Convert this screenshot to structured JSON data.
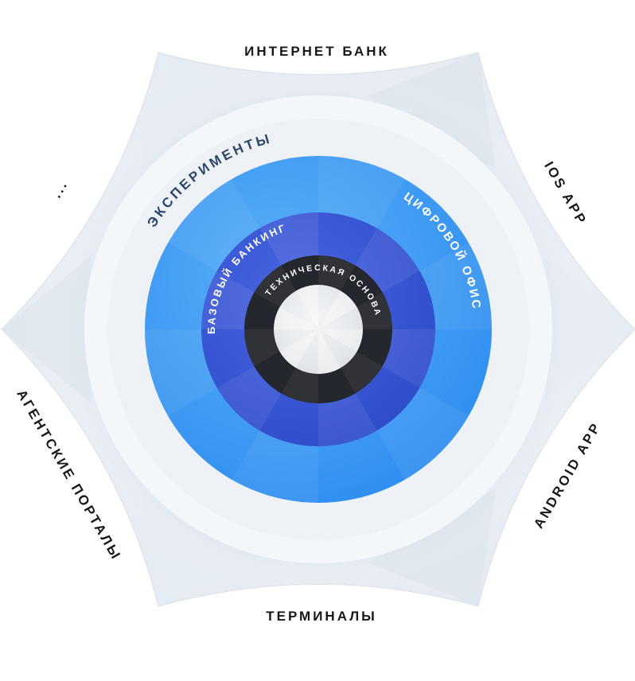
{
  "diagram": {
    "outer_labels": {
      "top": "ИНТЕРНЕТ БАНК",
      "upper_right": "IOS APP",
      "lower_right": "ANDROID APP",
      "bottom": "ТЕРМИНАЛЫ",
      "lower_left": "АГЕНТСКИЕ ПОРТАЛЫ",
      "upper_left": "..."
    },
    "rings": {
      "experiments": "ЭКСПЕРИМЕНТЫ",
      "digital_office": "ЦИФРОВОЙ ОФИС",
      "core_banking": "БАЗОВЫЙ БАНКИНГ",
      "tech_base": "ТЕХНИЧЕСКАЯ ОСНОВА"
    },
    "colors": {
      "outer_hexagon": "#e9eef4",
      "experiments_ring": "#f3f6f9",
      "digital_office_ring": "#3f9cf2",
      "core_banking_ring": "#3a58d6",
      "tech_base_ring": "#25272e",
      "center": "#e8ebee",
      "experiments_text": "#2b4668"
    }
  }
}
